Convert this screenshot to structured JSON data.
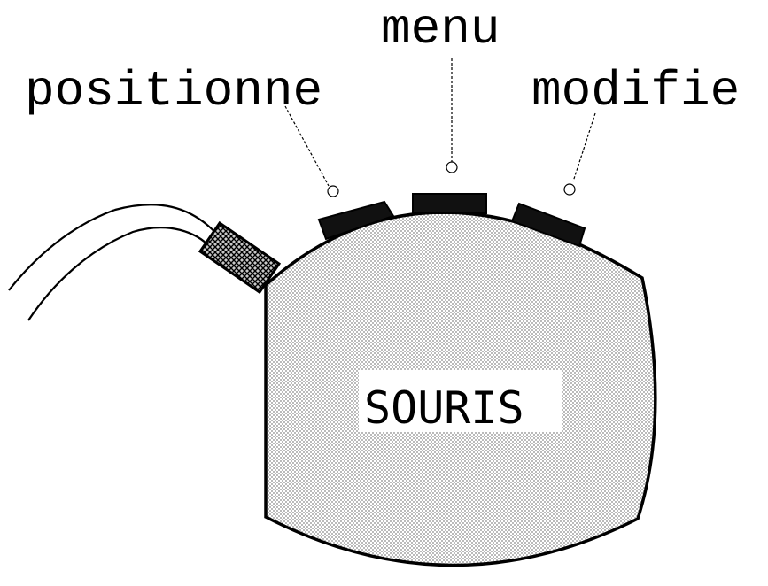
{
  "diagram": {
    "labels": {
      "position": "positionne",
      "menu": "menu",
      "modify": "modifie"
    },
    "body_text": "SOURIS",
    "colors": {
      "ink": "#000000",
      "stipple": "#9a9a9a",
      "background": "#ffffff"
    }
  }
}
